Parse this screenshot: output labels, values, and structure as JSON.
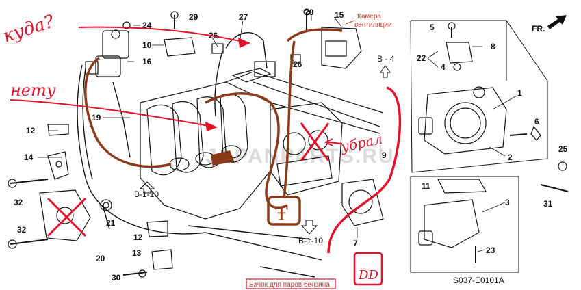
{
  "diagram": {
    "watermark": "JAPANPARTS.RU",
    "drawing_code": "S037-E0101A",
    "direction_label": "FR.",
    "part_numbers": {
      "n1": "1",
      "n2": "2",
      "n3": "3",
      "n4": "4",
      "n5": "5",
      "n6": "6",
      "n7": "7",
      "n8": "8",
      "n9": "9",
      "n10": "10",
      "n11": "11",
      "n12a": "12",
      "n12b": "12",
      "n13": "13",
      "n14": "14",
      "n15": "15",
      "n16": "16",
      "n19": "19",
      "n20": "20",
      "n21": "21",
      "n22": "22",
      "n23": "23",
      "n24": "24",
      "n25": "25",
      "n26a": "26",
      "n26b": "26",
      "n27": "27",
      "n28": "28",
      "n29": "29",
      "n30": "30",
      "n31": "31",
      "n32a": "32",
      "n32b": "32"
    },
    "refs": {
      "b110_left": "B-1-10",
      "b110_bottom": "B-1-10",
      "b4": "B - 4"
    }
  },
  "annotations": {
    "where": "куда?",
    "missing": "нету",
    "removed": "убрал",
    "vent_chamber_line1": "Камера",
    "vent_chamber_line2": "вентиляции",
    "fuel_vapor_tank": "Бачок для паров бензина",
    "brown_symbol": "Ŧ",
    "tank_mark": "DD"
  },
  "colors": {
    "drawing": "#111111",
    "annotation_red": "#e3122b",
    "annotation_brown": "#8b3a1a",
    "label_red": "#c0392b"
  }
}
